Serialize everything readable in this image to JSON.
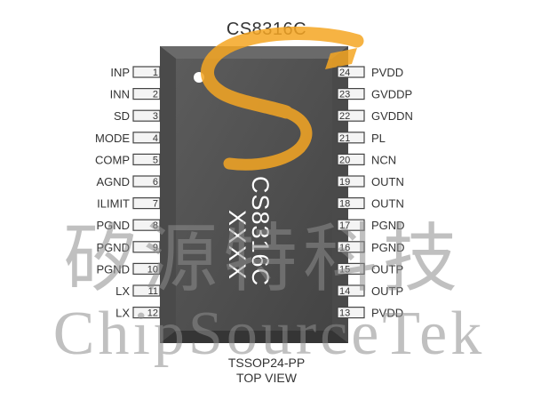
{
  "title": "CS8316C",
  "package": "TSSOP24-PP",
  "view": "TOP VIEW",
  "marking": {
    "line1": "CS8316C",
    "line2": "XXXX"
  },
  "watermark": {
    "cn": "矽源特科技",
    "en": "ChipSourceTek"
  },
  "colors": {
    "body": "#555555",
    "body_edge": "#3f3f3f",
    "pin_fill": "#f4f4f4",
    "pin_stroke": "#444444",
    "text": "#333333",
    "logo_orange": "#f5a623",
    "watermark": "#8c8c8c"
  },
  "pins_left": [
    {
      "num": "1",
      "name": "INP"
    },
    {
      "num": "2",
      "name": "INN"
    },
    {
      "num": "3",
      "name": "SD"
    },
    {
      "num": "4",
      "name": "MODE"
    },
    {
      "num": "5",
      "name": "COMP"
    },
    {
      "num": "6",
      "name": "AGND"
    },
    {
      "num": "7",
      "name": "ILIMIT"
    },
    {
      "num": "8",
      "name": "PGND"
    },
    {
      "num": "9",
      "name": "PGND"
    },
    {
      "num": "10",
      "name": "PGND"
    },
    {
      "num": "11",
      "name": "LX"
    },
    {
      "num": "12",
      "name": "LX"
    }
  ],
  "pins_right": [
    {
      "num": "24",
      "name": "PVDD"
    },
    {
      "num": "23",
      "name": "GVDDP"
    },
    {
      "num": "22",
      "name": "GVDDN"
    },
    {
      "num": "21",
      "name": "PL"
    },
    {
      "num": "20",
      "name": "NCN"
    },
    {
      "num": "19",
      "name": "OUTN"
    },
    {
      "num": "18",
      "name": "OUTN"
    },
    {
      "num": "17",
      "name": "PGND"
    },
    {
      "num": "16",
      "name": "PGND"
    },
    {
      "num": "15",
      "name": "OUTP"
    },
    {
      "num": "14",
      "name": "OUTP"
    },
    {
      "num": "13",
      "name": "PVDD"
    }
  ]
}
